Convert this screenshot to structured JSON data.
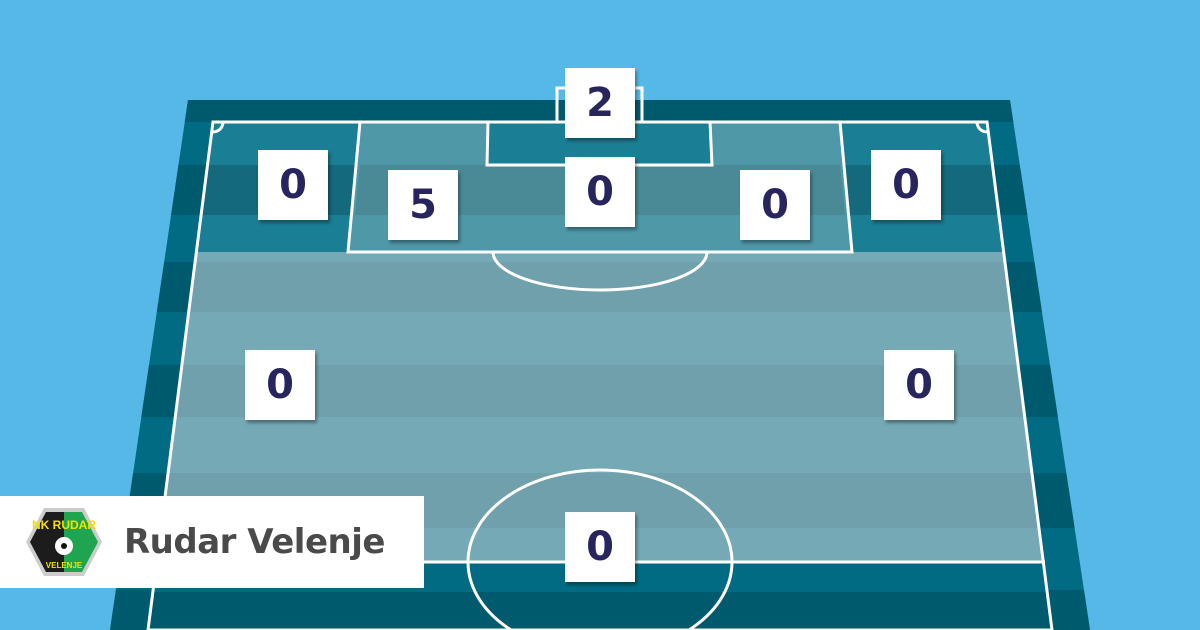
{
  "team": {
    "name": "Rudar Velenje",
    "logo_text_top": "NK RUDAR",
    "logo_text_bottom": "VELENJE"
  },
  "zones": [
    {
      "id": "goal",
      "value": "2"
    },
    {
      "id": "left-corner",
      "value": "0"
    },
    {
      "id": "box-left",
      "value": "5"
    },
    {
      "id": "six-yard",
      "value": "0"
    },
    {
      "id": "box-right",
      "value": "0"
    },
    {
      "id": "right-corner",
      "value": "0"
    },
    {
      "id": "left-wing",
      "value": "0"
    },
    {
      "id": "right-wing",
      "value": "0"
    },
    {
      "id": "own-half",
      "value": "0"
    }
  ],
  "colors": {
    "background": "#56b8e6",
    "number": "#28245e",
    "pitch_dark": "#005a6e"
  }
}
